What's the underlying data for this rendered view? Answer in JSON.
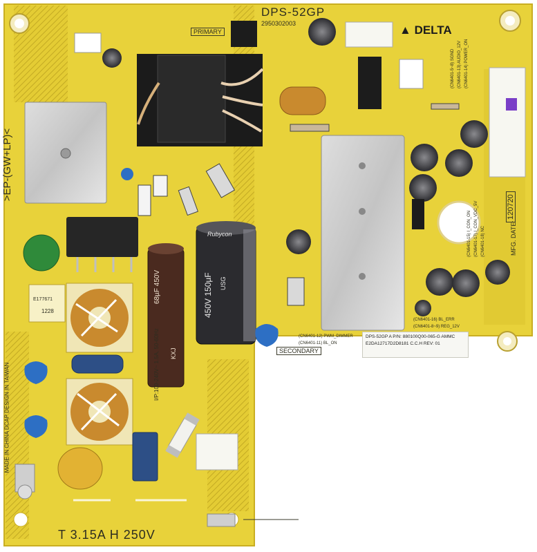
{
  "board": {
    "model": "DPS-52GP",
    "part_prefix": "2950302003",
    "brand": "DELTA",
    "primary_label": "PRIMARY",
    "secondary_label": "SECONDARY",
    "side_label": ">EP-(GW+LP)<",
    "fuse_rating": "T 3.15A H 250V",
    "made_in": "MADE IN CHINA DCAP DESIGN IN TAIWAN",
    "input_rating": "I/P:100-240V~ 1.5A, 50-60Hz",
    "mfg_date_label": "MFG. DATE:",
    "mfg_date_value": "120720",
    "ul_code": "E177671",
    "ul_number": "1228",
    "bulk_cap_left": "68µF 450V",
    "bulk_cap_left_series": "KXJ",
    "bulk_cap_center_brand": "Rubycon",
    "bulk_cap_center": "450V 150µF",
    "bulk_cap_center_series": "USG",
    "connector_pins": [
      "(CN6401-5~8) SGND",
      "(CN6401-13) AUDIO_12V",
      "(CN6401-14) POWER_ON",
      "(CN6401-15) I_CON_ON",
      "(CN6401-17) I_CON_VDC_5V",
      "(CN6401-18) NC",
      "(CN6401-16) BL_ERR",
      "(CN6401-8~9) REG_12V",
      "(CN6401-12) PWM_DIMMER",
      "(CN6401-11) BL_ON"
    ],
    "sticker": {
      "line1": "DPS-52GP A  P/N: 880100Q00-065-G  AMMC",
      "line2": "E2DA12717D2D8181  C.C.H   REV: 01"
    },
    "colors": {
      "pcb": "#e8d23a",
      "pcb_shade": "#d9bf2c",
      "heatsink": "#c9c9c9",
      "cap_dark": "#2b2b2f",
      "cap_brown": "#4a2a1f",
      "toroid": "#c98a2e",
      "blue_cap": "#2d6fc4",
      "green_ntc": "#2f8a3a",
      "yellow_varistor": "#e2b233"
    }
  }
}
